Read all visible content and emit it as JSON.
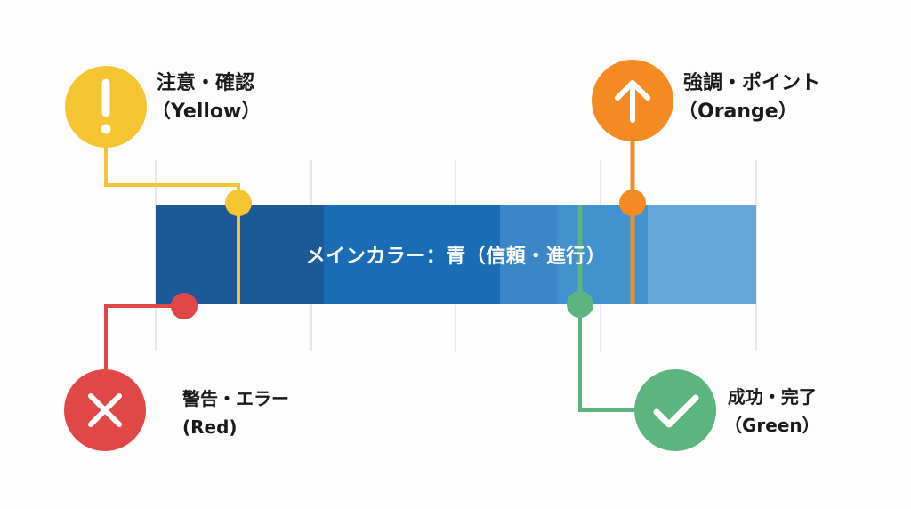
{
  "diagram": {
    "main_bar": {
      "label": "メインカラー：青（信頼・進行）",
      "segments": [
        {
          "name": "blue-shade-1",
          "color": "#1b5a96"
        },
        {
          "name": "blue-shade-2",
          "color": "#1a6db5"
        },
        {
          "name": "blue-shade-3",
          "color": "#3a86c6"
        },
        {
          "name": "blue-shade-4",
          "color": "#4292cf"
        },
        {
          "name": "blue-shade-5",
          "color": "#64a8da"
        }
      ]
    },
    "callouts": [
      {
        "id": "yellow",
        "icon": "exclamation-icon",
        "title": "注意・確認",
        "subtitle": "（Yellow）",
        "color": "#f4c531"
      },
      {
        "id": "orange",
        "icon": "arrow-up-icon",
        "title": "強調・ポイント",
        "subtitle": "（Orange）",
        "color": "#f48a22"
      },
      {
        "id": "red",
        "icon": "close-x-icon",
        "title": "警告・エラー",
        "subtitle": "(Red)",
        "color": "#e04848"
      },
      {
        "id": "green",
        "icon": "checkmark-icon",
        "title": "成功・完了",
        "subtitle": "（Green）",
        "color": "#5cb47e"
      }
    ],
    "grid_color": "#d9d9d9",
    "text_color": "#1a1a1a"
  }
}
